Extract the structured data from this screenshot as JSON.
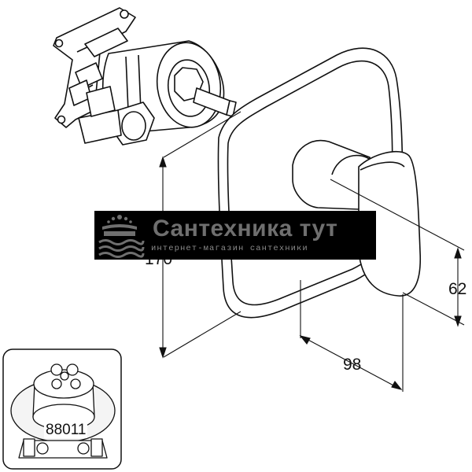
{
  "dimensions": {
    "height": "170",
    "width": "62",
    "depth": "98"
  },
  "watermark": {
    "title": "Сантехника тут",
    "subtitle": "интернет-магазин сантехники",
    "accent": "#6f6f6f",
    "background": "#000000"
  },
  "inset": {
    "article_number": "88011"
  }
}
